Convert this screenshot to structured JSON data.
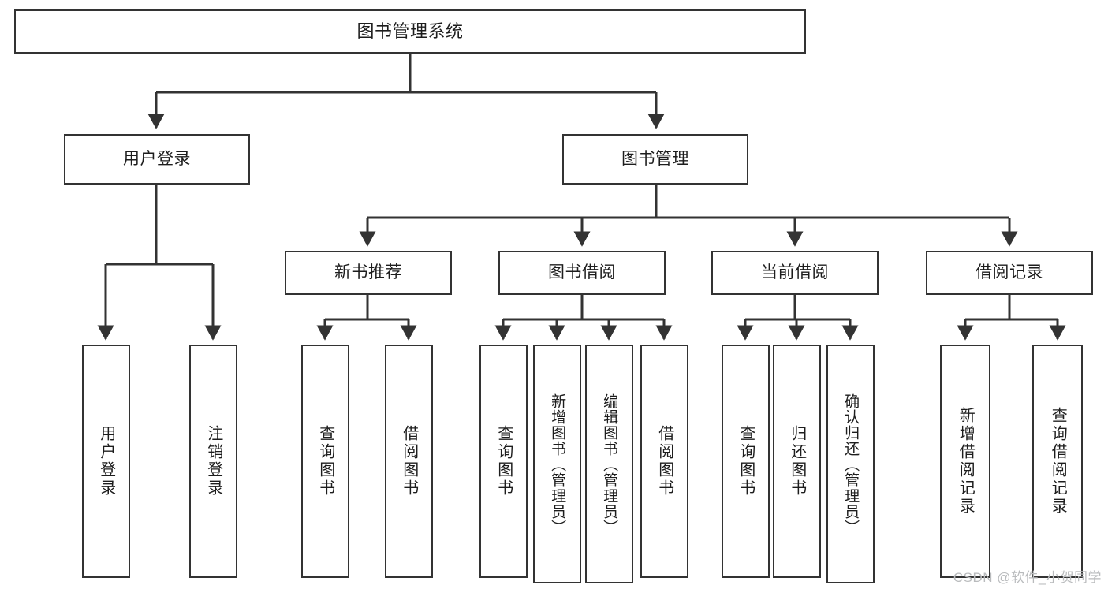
{
  "diagram": {
    "type": "tree",
    "title": "图书管理系统",
    "watermark": "CSDN @软件_小贺同学",
    "accent_color": "#333333",
    "background_color": "#ffffff",
    "text_color": "#1d1d1d",
    "nodes": {
      "root": "图书管理系统",
      "level2": {
        "user_login": "用户登录",
        "book_manage": "图书管理"
      },
      "level3": {
        "new_book_recommend": "新书推荐",
        "book_borrow": "图书借阅",
        "current_borrow": "当前借阅",
        "borrow_record": "借阅记录"
      },
      "leaves": {
        "user_login_1": "用户登录",
        "user_login_2": "注销登录",
        "recommend_1": "查询图书",
        "recommend_2": "借阅图书",
        "borrow_1": "查询图书",
        "borrow_2": "新增图书（管理员）",
        "borrow_3": "编辑图书（管理员）",
        "borrow_4": "借阅图书",
        "current_1": "查询图书",
        "current_2": "归还图书",
        "current_3": "确认归还（管理员）",
        "record_1": "新增借阅记录",
        "record_2": "查询借阅记录"
      }
    }
  }
}
